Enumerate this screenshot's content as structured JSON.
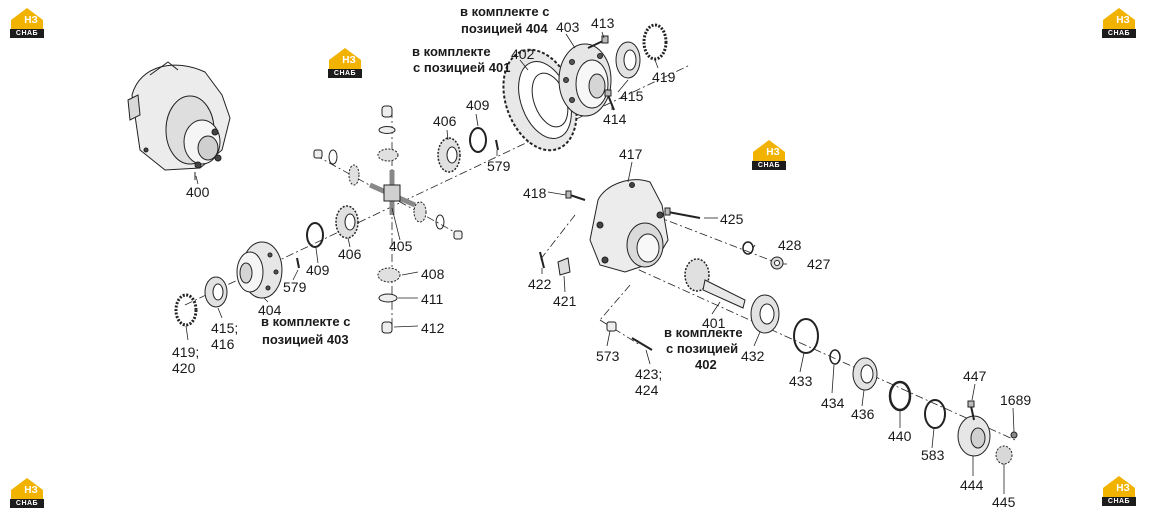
{
  "brand": {
    "logo_text": "НЗ",
    "logo_subtext": "СНАБ",
    "accent": "#f2b200",
    "dark": "#1c1c1c"
  },
  "labels": {
    "p400": "400",
    "p401": "401",
    "p402": "402",
    "p403": "403",
    "p404": "404",
    "p405": "405",
    "p406a": "406",
    "p406b": "406",
    "p408": "408",
    "p409a": "409",
    "p409b": "409",
    "p411": "411",
    "p412": "412",
    "p413": "413",
    "p414": "414",
    "p415": "415",
    "p415_416a": "415;",
    "p415_416b": "416",
    "p417": "417",
    "p418": "418",
    "p419": "419",
    "p419_420a": "419;",
    "p419_420b": "420",
    "p421": "421",
    "p422": "422",
    "p423_424a": "423;",
    "p423_424b": "424",
    "p425": "425",
    "p427": "427",
    "p428": "428",
    "p432": "432",
    "p433": "433",
    "p434": "434",
    "p436": "436",
    "p440": "440",
    "p444": "444",
    "p445": "445",
    "p447": "447",
    "p573": "573",
    "p579a": "579",
    "p579b": "579",
    "p583": "583",
    "p1689": "1689"
  },
  "notes": {
    "kit404_l1": "в комплекте с",
    "kit404_l2": "позицией 404",
    "kit401_l1": "в комплекте",
    "kit401_l2": "с позицией 401",
    "kit403_l1": "в комплекте с",
    "kit403_l2": "позицией 403",
    "kit402_l1": "в комплекте",
    "kit402_l2": "с позицией",
    "kit402_l3": "402"
  }
}
